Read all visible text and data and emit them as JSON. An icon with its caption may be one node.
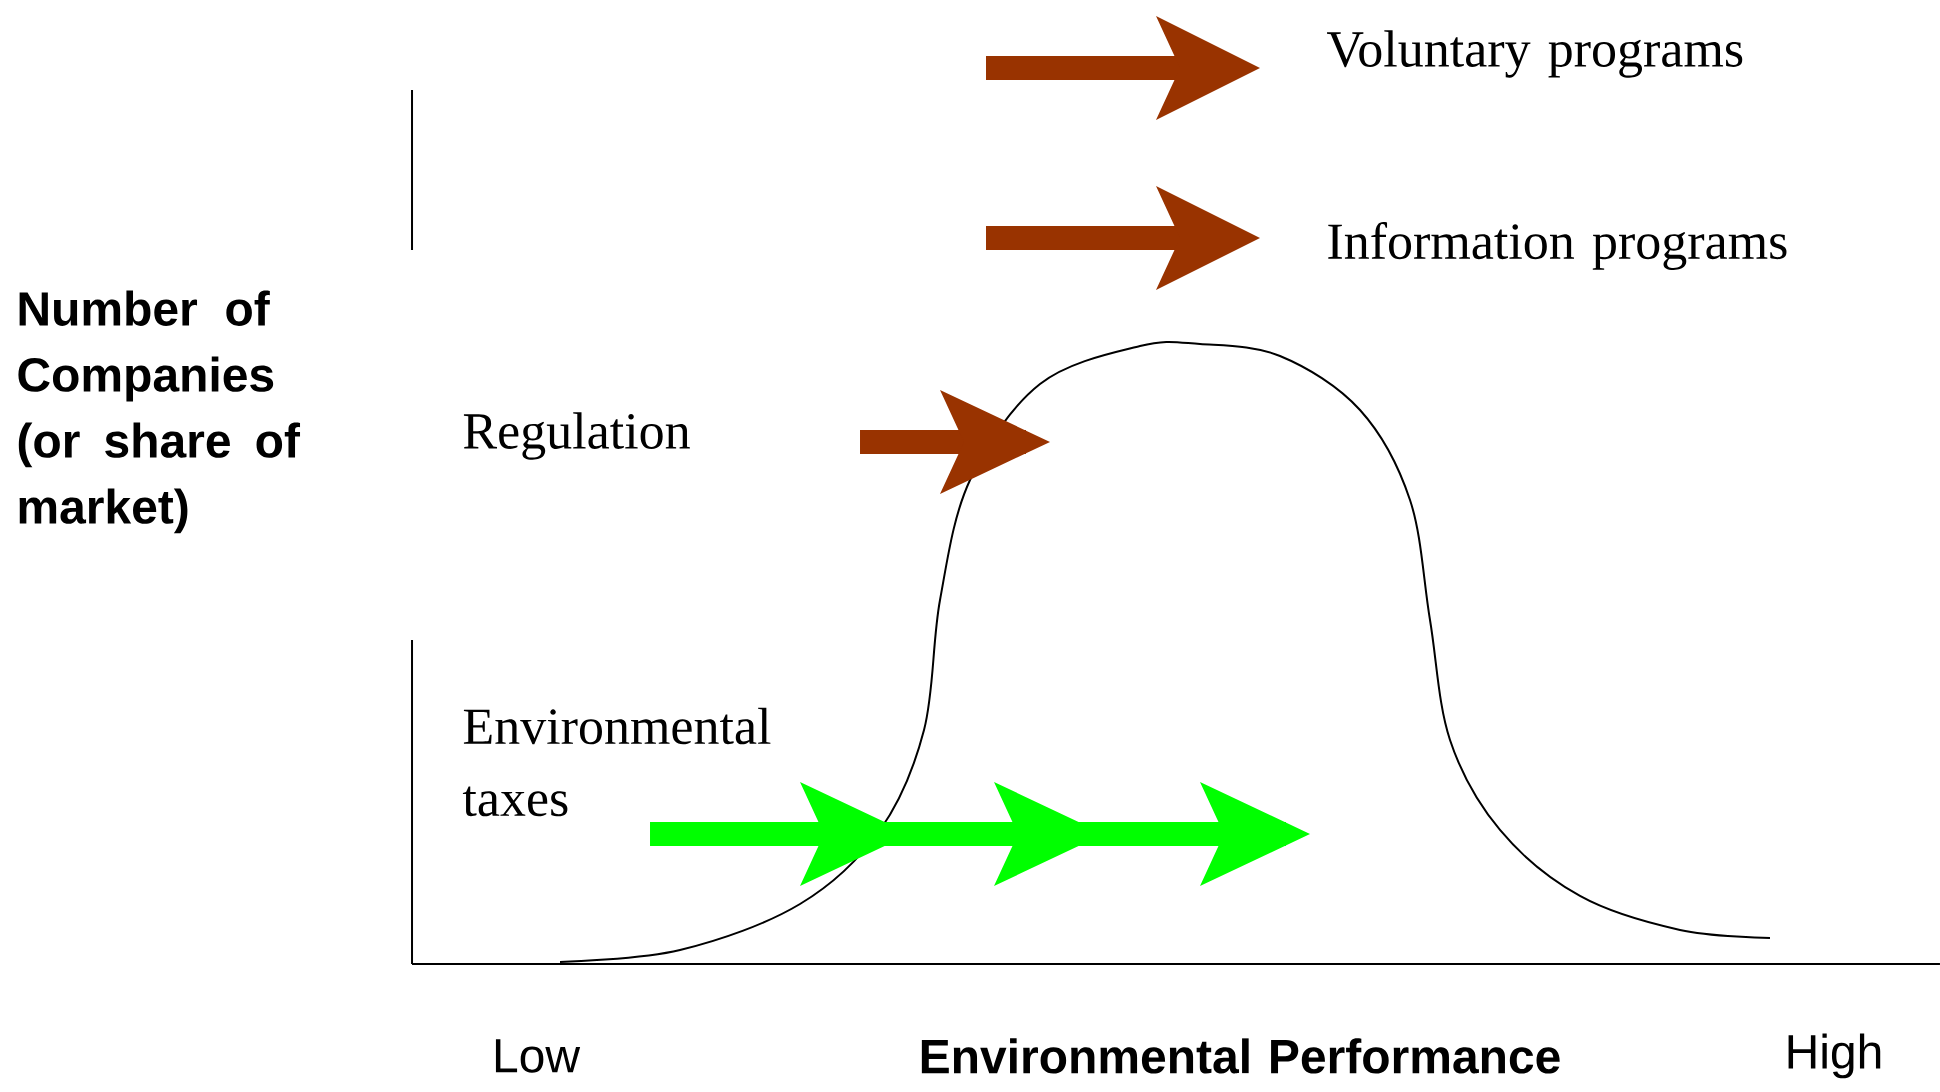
{
  "diagram": {
    "labels": [
      "Voluntary programs",
      "Information programs",
      "Number of Companies (or share of market)",
      "Regulation",
      "Environmental taxes",
      "Low",
      "Environmental Performance",
      "High"
    ]
  }
}
